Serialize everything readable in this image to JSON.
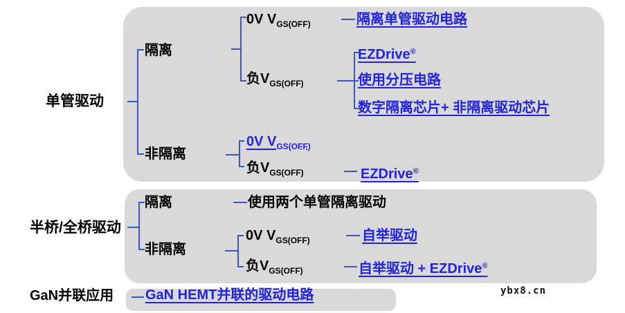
{
  "watermark": "ybx8.cn",
  "colors": {
    "page_bg": "#ffffff",
    "group_box_bg": "#d9d9d9",
    "connector_blue": "#3a56c6",
    "link_blue": "#2222e1",
    "text_black": "#000000"
  },
  "sections": {
    "single_tube": {
      "label": "单管驱动",
      "isolated": "隔离",
      "non_isolated": "非隔离",
      "vgs_0v": {
        "main": "0V V",
        "sub": "GS(OFF)"
      },
      "vgs_neg": {
        "main": "负V",
        "sub": "GS(OFF)"
      },
      "links": {
        "isolated_single": "隔离单管驱动电路",
        "ezdrive": {
          "main": "EZDrive",
          "sup": "®"
        },
        "divider": "使用分压电路",
        "digital_isolator": "数字隔离芯片+ 非隔离驱动芯片",
        "vgs_0v_link": {
          "main": "0V V",
          "sub": "GS(OFF)"
        },
        "ezdrive2": {
          "main": "EZDrive",
          "sup": "®"
        }
      }
    },
    "bridge": {
      "label": "半桥/全桥驱动",
      "isolated": "隔离",
      "non_isolated": "非隔离",
      "isolated_note": "使用两个单管隔离驱动",
      "vgs_0v": {
        "main": "0V V",
        "sub": "GS(OFF)"
      },
      "vgs_neg": {
        "main": "负V",
        "sub": "GS(OFF)"
      },
      "links": {
        "bootstrap": "自举驱动",
        "bootstrap_ez": {
          "main": "自举驱动 + EZDrive",
          "sup": "®"
        }
      }
    },
    "parallel": {
      "label": "GaN并联应用",
      "links": {
        "parallel_drive": "GaN HEMT并联的驱动电路"
      }
    }
  }
}
